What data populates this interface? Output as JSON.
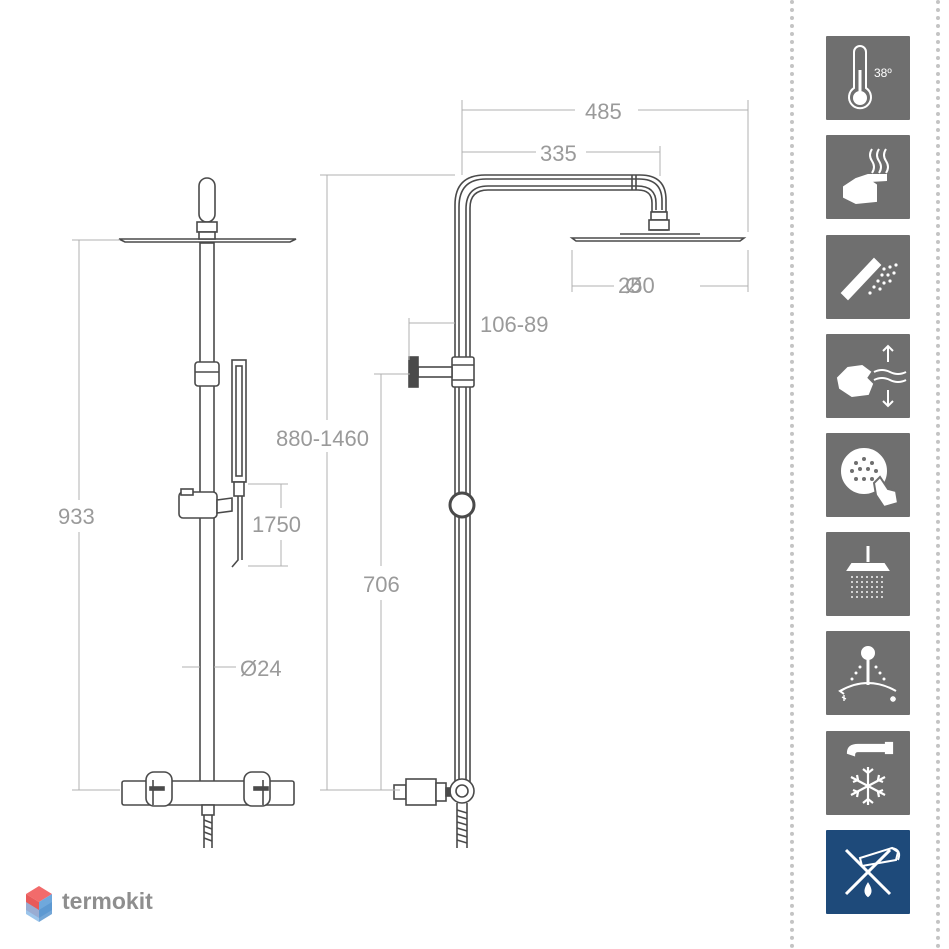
{
  "dimensions": {
    "overall_height": "933",
    "handshower_hose": "1750",
    "tube_diameter": "Ø24",
    "arm_total": "485",
    "arm_inner": "335",
    "head_diameter": "250",
    "head_diameter_sign": "Ø",
    "wall_distance": "106-89",
    "adjustable_height": "880-1460",
    "lower_height": "706"
  },
  "features": {
    "temperature_label": "38º",
    "icons": [
      {
        "name": "thermostat-38-icon"
      },
      {
        "name": "hand-under-steam-icon"
      },
      {
        "name": "hand-shower-spray-icon"
      },
      {
        "name": "hand-flow-switch-icon"
      },
      {
        "name": "anti-limescale-nozzle-icon"
      },
      {
        "name": "rain-shower-head-icon"
      },
      {
        "name": "hot-cold-diverter-icon"
      },
      {
        "name": "cold-spout-snowflake-icon"
      },
      {
        "name": "no-water-drip-icon",
        "active": true
      }
    ]
  },
  "brand": {
    "name": "termokit"
  },
  "colors": {
    "line": "#4a4a4a",
    "dimension": "#9a9a9a",
    "tile": "#6f6f6f",
    "tile_active": "#1e4a7a",
    "logo_red": "#f26b6b",
    "logo_blue": "#6fa8dc"
  }
}
